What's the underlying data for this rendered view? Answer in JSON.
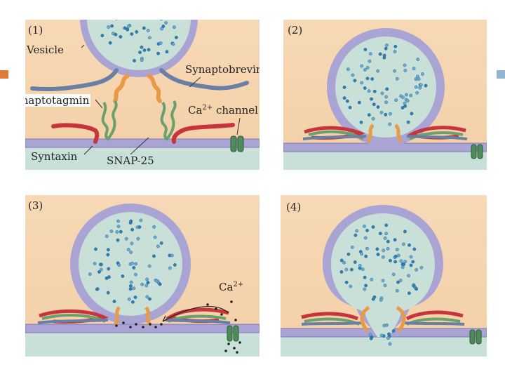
{
  "panels": [
    {
      "number": "(1)"
    },
    {
      "number": "(2)"
    },
    {
      "number": "(3)"
    },
    {
      "number": "(4)"
    }
  ],
  "labels": {
    "vesicle": "Vesicle",
    "synaptobrevin": "Synaptobrevin",
    "synaptotagmin": "Synaptotagmin",
    "ca_channel": "Ca2+ channel",
    "syntaxin": "Syntaxin",
    "snap25": "SNAP-25",
    "calcium": "Ca2+"
  },
  "colors": {
    "background": "#f5d4ad",
    "cytoplasm": "#c8e0d8",
    "membrane": "#a9a4d4",
    "synaptobrevin": "#6a7fa6",
    "synaptotagmin": "#e89a48",
    "syntaxin": "#c8343c",
    "snap25": "#6aa06c",
    "ca_channel": "#4e8a5a",
    "accent_left": "#e07a3c",
    "accent_right": "#8fb5d3"
  }
}
